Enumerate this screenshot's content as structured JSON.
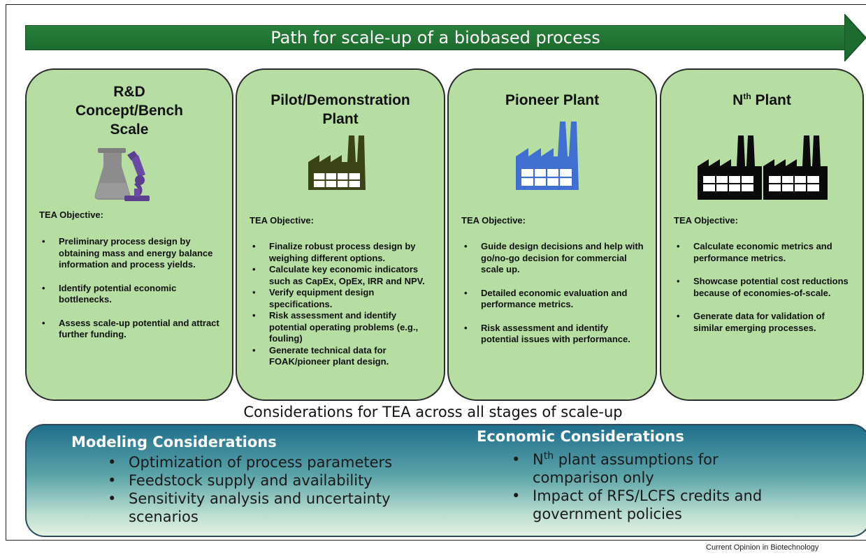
{
  "banner": {
    "title": "Path for scale-up of a biobased process"
  },
  "stages": [
    {
      "title": "R&D\nConcept/Bench\nScale",
      "icon": "lab-flask-microscope-icon",
      "objective_label": "TEA Objective:",
      "bullets": [
        "Preliminary process design by obtaining mass and energy balance information and process yields.",
        "Identify potential economic bottlenecks.",
        "Assess scale-up potential and attract further funding."
      ]
    },
    {
      "title": "Pilot/Demonstration\nPlant",
      "icon": "factory-icon",
      "icon_color": "#3b4316",
      "objective_label": "TEA Objective:",
      "bullets": [
        "Finalize robust process design by weighing different options.",
        "Calculate key economic indicators such as CapEx, OpEx, IRR and NPV.",
        "Verify equipment design specifications.",
        "Risk assessment and identify potential operating problems (e.g., fouling)",
        "Generate technical data for FOAK/pioneer plant design."
      ]
    },
    {
      "title": "Pioneer Plant",
      "icon": "factory-icon",
      "icon_color": "#3f6fd0",
      "objective_label": "TEA Objective:",
      "bullets": [
        "Guide design decisions and help with go/no-go decision for commercial scale up.",
        "Detailed economic evaluation and performance metrics.",
        "Risk assessment and identify potential issues with performance."
      ]
    },
    {
      "title_main": "N",
      "title_sup": "th",
      "title_rest": " Plant",
      "icon": "double-factory-icon",
      "icon_color": "#0a0a0a",
      "objective_label": "TEA Objective:",
      "bullets": [
        "Calculate economic metrics and performance metrics.",
        "Showcase potential cost reductions because of economies-of-scale.",
        "Generate data for validation of similar emerging processes."
      ]
    }
  ],
  "considerations": {
    "title": "Considerations for TEA across all stages of scale-up",
    "modeling": {
      "heading": "Modeling Considerations",
      "items": [
        "Optimization of process parameters",
        "Feedstock supply and availability",
        "Sensitivity analysis and uncertainty scenarios"
      ]
    },
    "economic": {
      "heading": "Economic Considerations",
      "item1_main": "N",
      "item1_sup": "th",
      "item1_rest": " plant assumptions for comparison only",
      "item2": "Impact of RFS/LCFS credits and government policies"
    }
  },
  "credit": "Current Opinion in Biotechnology"
}
